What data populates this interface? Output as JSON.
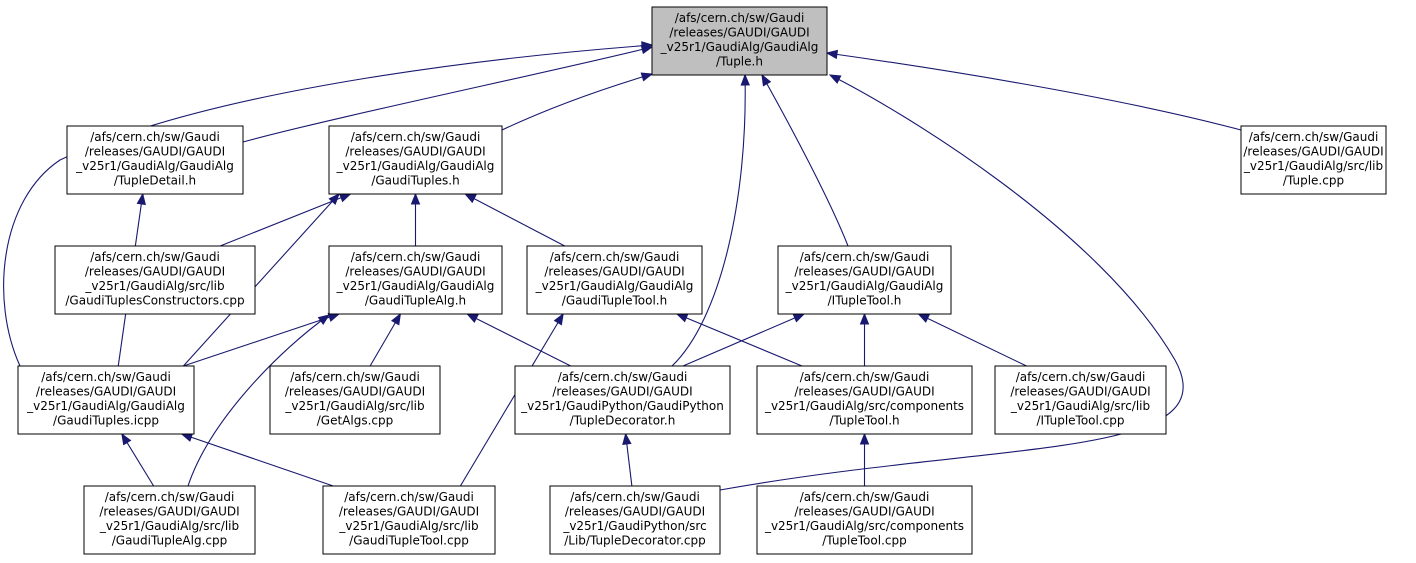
{
  "colors": {
    "node_fill": "#ffffff",
    "root_fill": "#bfbfbf",
    "node_border": "#000000",
    "edge": "#191970"
  },
  "nodes": [
    {
      "id": "tuple_h",
      "name": "node-tuple-h",
      "root": true,
      "lines": [
        "/afs/cern.ch/sw/Gaudi",
        "/releases/GAUDI/GAUDI",
        "_v25r1/GaudiAlg/GaudiAlg",
        "/Tuple.h"
      ]
    },
    {
      "id": "tupledetail_h",
      "name": "node-tupledetail-h",
      "lines": [
        "/afs/cern.ch/sw/Gaudi",
        "/releases/GAUDI/GAUDI",
        "_v25r1/GaudiAlg/GaudiAlg",
        "/TupleDetail.h"
      ]
    },
    {
      "id": "gaudituples_h",
      "name": "node-gaudituples-h",
      "lines": [
        "/afs/cern.ch/sw/Gaudi",
        "/releases/GAUDI/GAUDI",
        "_v25r1/GaudiAlg/GaudiAlg",
        "/GaudiTuples.h"
      ]
    },
    {
      "id": "tuple_cpp",
      "name": "node-tuple-cpp",
      "lines": [
        "/afs/cern.ch/sw/Gaudi",
        "/releases/GAUDI/GAUDI",
        "_v25r1/GaudiAlg/src/lib",
        "/Tuple.cpp"
      ]
    },
    {
      "id": "gaudituplesconstructors_cpp",
      "name": "node-gaudituplesconstructors-cpp",
      "lines": [
        "/afs/cern.ch/sw/Gaudi",
        "/releases/GAUDI/GAUDI",
        "_v25r1/GaudiAlg/src/lib",
        "/GaudiTuplesConstructors.cpp"
      ]
    },
    {
      "id": "gauditaplealg_h",
      "name": "node-gauditaplealg-h",
      "lines": [
        "/afs/cern.ch/sw/Gaudi",
        "/releases/GAUDI/GAUDI",
        "_v25r1/GaudiAlg/GaudiAlg",
        "/GaudiTupleAlg.h"
      ]
    },
    {
      "id": "gauditupletool_h",
      "name": "node-gauditupletool-h",
      "lines": [
        "/afs/cern.ch/sw/Gaudi",
        "/releases/GAUDI/GAUDI",
        "_v25r1/GaudiAlg/GaudiAlg",
        "/GaudiTupleTool.h"
      ]
    },
    {
      "id": "ituppletool_h",
      "name": "node-ituppletool-h",
      "lines": [
        "/afs/cern.ch/sw/Gaudi",
        "/releases/GAUDI/GAUDI",
        "_v25r1/GaudiAlg/GaudiAlg",
        "/ITupleTool.h"
      ]
    },
    {
      "id": "gaudituples_icpp",
      "name": "node-gaudituples-icpp",
      "lines": [
        "/afs/cern.ch/sw/Gaudi",
        "/releases/GAUDI/GAUDI",
        "_v25r1/GaudiAlg/GaudiAlg",
        "/GaudiTuples.icpp"
      ]
    },
    {
      "id": "getalgs_cpp",
      "name": "node-getalgs-cpp",
      "lines": [
        "/afs/cern.ch/sw/Gaudi",
        "/releases/GAUDI/GAUDI",
        "_v25r1/GaudiAlg/src/lib",
        "/GetAlgs.cpp"
      ]
    },
    {
      "id": "tupledecorator_h",
      "name": "node-tupledecorator-h",
      "lines": [
        "/afs/cern.ch/sw/Gaudi",
        "/releases/GAUDI/GAUDI",
        "_v25r1/GaudiPython/GaudiPython",
        "/TupleDecorator.h"
      ]
    },
    {
      "id": "tupletool_h",
      "name": "node-tupletool-h",
      "lines": [
        "/afs/cern.ch/sw/Gaudi",
        "/releases/GAUDI/GAUDI",
        "_v25r1/GaudiAlg/src/components",
        "/TupleTool.h"
      ]
    },
    {
      "id": "ituppletool_cpp",
      "name": "node-ituppletool-cpp",
      "lines": [
        "/afs/cern.ch/sw/Gaudi",
        "/releases/GAUDI/GAUDI",
        "_v25r1/GaudiAlg/src/lib",
        "/ITupleTool.cpp"
      ]
    },
    {
      "id": "gauditaplealg_cpp",
      "name": "node-gauditaplealg-cpp",
      "lines": [
        "/afs/cern.ch/sw/Gaudi",
        "/releases/GAUDI/GAUDI",
        "_v25r1/GaudiAlg/src/lib",
        "/GaudiTupleAlg.cpp"
      ]
    },
    {
      "id": "gauditupletool_cpp",
      "name": "node-gauditupletool-cpp",
      "lines": [
        "/afs/cern.ch/sw/Gaudi",
        "/releases/GAUDI/GAUDI",
        "_v25r1/GaudiAlg/src/lib",
        "/GaudiTupleTool.cpp"
      ]
    },
    {
      "id": "tupledecorator_cpp",
      "name": "node-tupledecorator-cpp",
      "lines": [
        "/afs/cern.ch/sw/Gaudi",
        "/releases/GAUDI/GAUDI",
        "_v25r1/GaudiPython/src",
        "/Lib/TupleDecorator.cpp"
      ]
    },
    {
      "id": "tupletool_cpp",
      "name": "node-tupletool-cpp",
      "lines": [
        "/afs/cern.ch/sw/Gaudi",
        "/releases/GAUDI/GAUDI",
        "_v25r1/GaudiAlg/src/components",
        "/TupleTool.cpp"
      ]
    }
  ],
  "edges": [
    {
      "from": "tupledetail_h",
      "to": "tuple_h"
    },
    {
      "from": "gaudituples_h",
      "to": "tuple_h"
    },
    {
      "from": "tuple_cpp",
      "to": "tuple_h"
    },
    {
      "from": "gaudituples_icpp",
      "to": "tuple_h"
    },
    {
      "from": "tupledecorator_h",
      "to": "tuple_h"
    },
    {
      "from": "ituppletool_h",
      "to": "tuple_h"
    },
    {
      "from": "tupledecorator_cpp",
      "to": "tuple_h"
    },
    {
      "from": "gaudituplesconstructors_cpp",
      "to": "gaudituples_h"
    },
    {
      "from": "gauditaplealg_h",
      "to": "gaudituples_h"
    },
    {
      "from": "gauditupletool_h",
      "to": "gaudituples_h"
    },
    {
      "from": "gaudituples_icpp",
      "to": "gaudituples_h"
    },
    {
      "from": "gaudituples_icpp",
      "to": "tupledetail_h"
    },
    {
      "from": "gaudituples_icpp",
      "to": "gauditaplealg_h"
    },
    {
      "from": "gauditaplealg_cpp",
      "to": "gauditaplealg_h"
    },
    {
      "from": "getalgs_cpp",
      "to": "gauditaplealg_h"
    },
    {
      "from": "tupledecorator_h",
      "to": "gauditaplealg_h"
    },
    {
      "from": "gauditupletool_cpp",
      "to": "gauditupletool_h"
    },
    {
      "from": "tupletool_h",
      "to": "gauditupletool_h"
    },
    {
      "from": "tupledecorator_h",
      "to": "ituppletool_h"
    },
    {
      "from": "tupletool_h",
      "to": "ituppletool_h"
    },
    {
      "from": "ituppletool_cpp",
      "to": "ituppletool_h"
    },
    {
      "from": "gauditaplealg_cpp",
      "to": "gaudituples_icpp"
    },
    {
      "from": "gauditupletool_cpp",
      "to": "gaudituples_icpp"
    },
    {
      "from": "tupledecorator_cpp",
      "to": "tupledecorator_h"
    },
    {
      "from": "tupletool_cpp",
      "to": "tupletool_h"
    }
  ]
}
